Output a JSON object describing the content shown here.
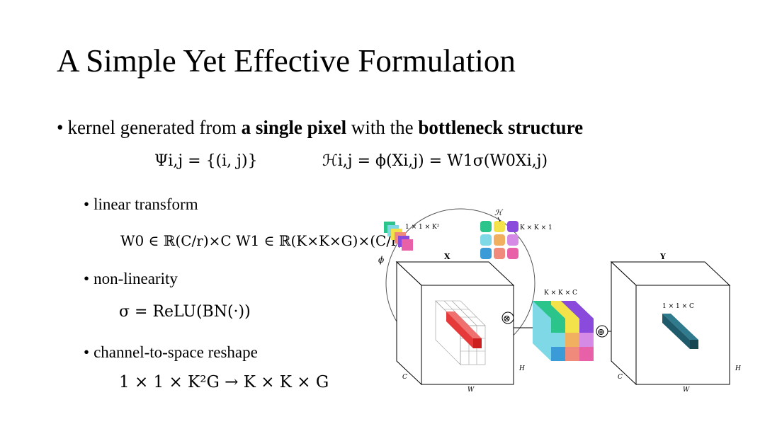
{
  "slide": {
    "title": "A Simple Yet Effective Formulation",
    "bullet_main": {
      "prefix": "kernel generated from ",
      "bold1": "a single pixel",
      "middle": " with the ",
      "bold2": "bottleneck structure"
    },
    "equations": {
      "psi": "Ψi,j = {(i, j)}",
      "h": "ℋi,j = ϕ(Xi,j) = W1σ(W0Xi,j)",
      "w": "W0 ∈ ℝ(C/r)×C    W1 ∈ ℝ(K×K×G)×(C/r)",
      "sigma": "σ = ReLU(BN(·))",
      "reshape": "1 × 1 × K²G → K × K × G"
    },
    "sub_bullets": [
      "linear transform",
      "non-linearity",
      "channel-to-space reshape"
    ]
  },
  "figure": {
    "labels": {
      "phi": "ϕ",
      "h": "ℋ",
      "x": "X",
      "y": "Y",
      "kernel_vec": "1 × 1 × K²",
      "kernel_grid": "K × K × 1",
      "kkc": "K × K × C",
      "out_vec": "1 × 1 × C",
      "c_left": "C",
      "w_left": "W",
      "h_left": "H",
      "c_right": "C",
      "w_right": "W",
      "h_right": "H"
    },
    "operators": {
      "multiply": "⊗",
      "add": "⊕"
    },
    "colors": {
      "red": "#e63a3a",
      "green": "#2bc48a",
      "yellow": "#f4e24a",
      "purple": "#8a4bdc",
      "cyan": "#7fd8e6",
      "pink": "#e860a8",
      "salmon": "#f08a7a",
      "teal_dark": "#1f5a6b",
      "blue": "#3a9bd6"
    }
  }
}
